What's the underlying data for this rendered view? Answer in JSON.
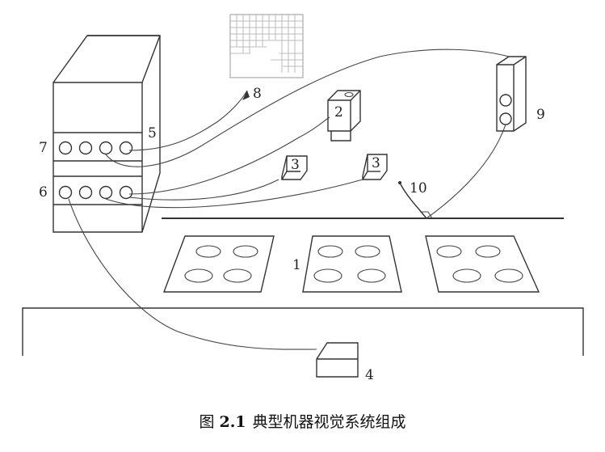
{
  "labels": {
    "conveyor": "1",
    "camera": "2",
    "light_left": "3",
    "light_right": "3",
    "pc": "4",
    "panel_5": "5",
    "panel_6": "6",
    "panel_7": "7",
    "monitor": "8",
    "controller": "9",
    "sensor": "10"
  },
  "caption": {
    "prefix": "图",
    "number": "2.1",
    "text": "典型机器视觉系统组成"
  }
}
